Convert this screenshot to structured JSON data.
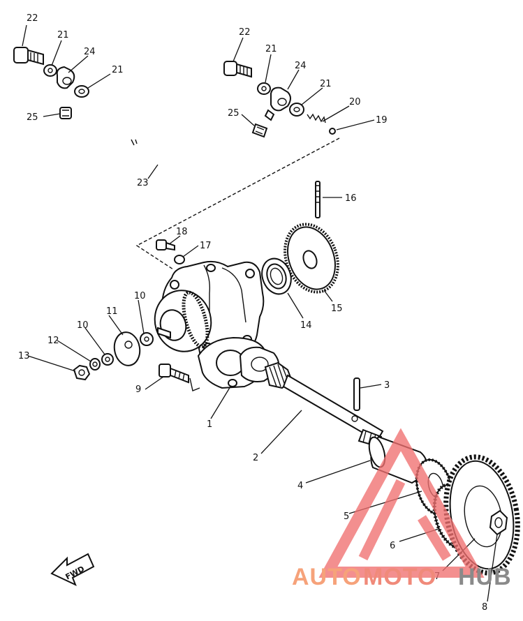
{
  "callouts": {
    "c22a": "22",
    "c21a": "21",
    "c24a": "24",
    "c21b": "21",
    "c25a": "25",
    "c22b": "22",
    "c21c": "21",
    "c24b": "24",
    "c21d": "21",
    "c20": "20",
    "c19": "19",
    "c25b": "25",
    "c23": "23",
    "c16": "16",
    "c18": "18",
    "c17": "17",
    "c15": "15",
    "c14": "14",
    "c11": "11",
    "c10a": "10",
    "c10b": "10",
    "c12": "12",
    "c13": "13",
    "c9": "9",
    "c1": "1",
    "c3": "3",
    "c2": "2",
    "c4": "4",
    "c5": "5",
    "c6": "6",
    "c7": "7",
    "c8": "8"
  },
  "fwd_arrow": {
    "label": "FWD"
  },
  "watermark": {
    "part1": "AUTO",
    "part2": "MOTO",
    "part3": "HUB",
    "colors": {
      "auto": "#f6a27a",
      "moto": "#f08a7a",
      "hub": "#8a8a8a",
      "triangle": "#f07070"
    }
  }
}
